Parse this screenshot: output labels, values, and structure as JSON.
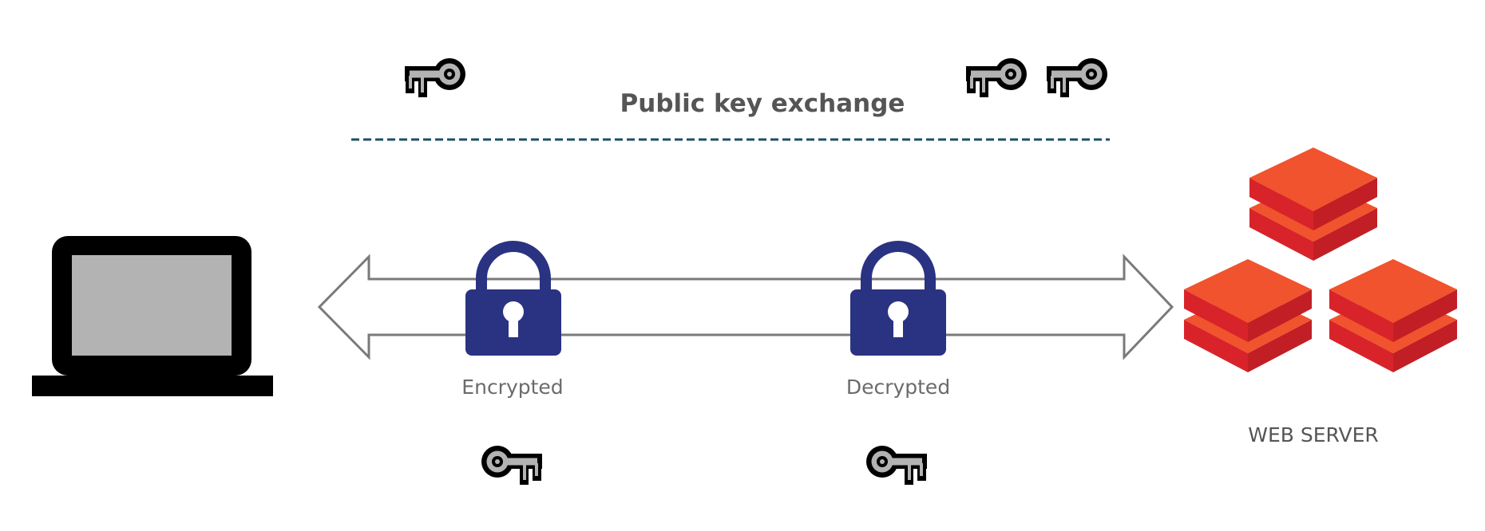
{
  "diagram": {
    "title": "Public key exchange",
    "encrypted_label": "Encrypted",
    "decrypted_label": "Decrypted",
    "server_label": "WEB SERVER"
  },
  "colors": {
    "lock_blue": "#2a3282",
    "server_orange": "#f0532d",
    "server_red": "#d9232a",
    "key_gray": "#b3b3b3",
    "dashed_line": "#1d4f66",
    "arrow_outline": "#7a7a7a"
  },
  "icons": {
    "client": "laptop-icon",
    "server": "server-stack-icon",
    "lock": "padlock-icon",
    "key": "key-icon"
  }
}
